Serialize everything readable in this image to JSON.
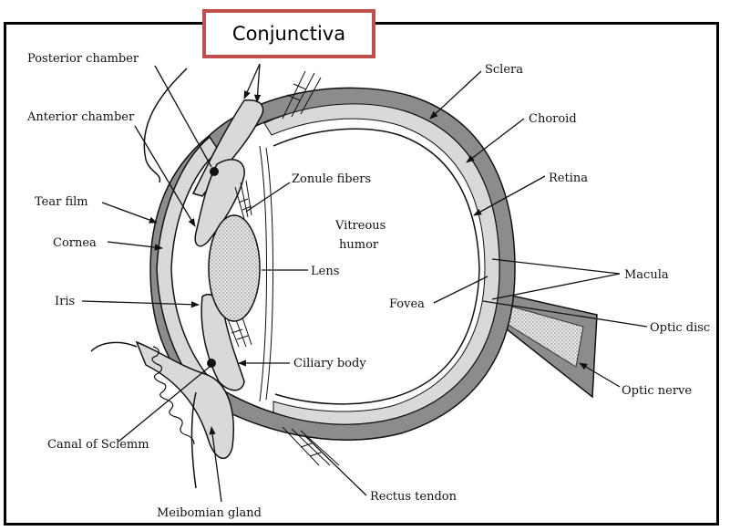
{
  "callout": {
    "text": "Conjunctiva",
    "border_color": "#c0504d"
  },
  "labels": {
    "posterior_chamber": "Posterior chamber",
    "anterior_chamber": "Anterior chamber",
    "tear_film": "Tear film",
    "cornea": "Cornea",
    "iris": "Iris",
    "canal_of_sclemm": "Canal of Sclemm",
    "meibomian_gland": "Meibomian gland",
    "zonule_fibers": "Zonule fibers",
    "vitreous_1": "Vitreous",
    "vitreous_2": "humor",
    "lens": "Lens",
    "ciliary_body": "Ciliary body",
    "fovea": "Fovea",
    "rectus_tendon": "Rectus tendon",
    "sclera": "Sclera",
    "choroid": "Choroid",
    "retina": "Retina",
    "macula": "Macula",
    "optic_disc": "Optic disc",
    "optic_nerve": "Optic nerve"
  },
  "colors": {
    "sclera": "#8c8c8c",
    "tissue": "#d9d9d9",
    "line": "#111111"
  }
}
